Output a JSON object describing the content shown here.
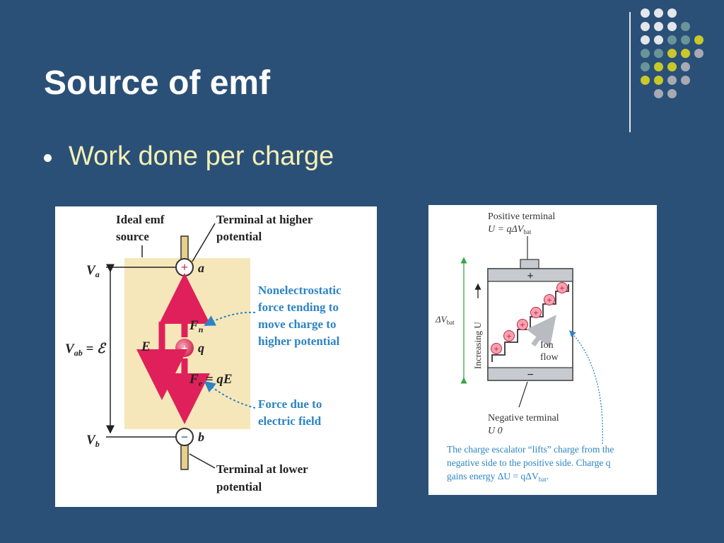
{
  "slide": {
    "title": "Source of emf",
    "bullets": [
      "Work done per charge"
    ]
  },
  "colors": {
    "background": "#2b5078",
    "title": "#ffffff",
    "bullet_text": "#f4f0b4",
    "dot_white": "#e3e7ea",
    "dot_teal": "#6a9598",
    "dot_yellow": "#c9c82a",
    "dot_gray": "#a7aab1",
    "arrow_red": "#e0205a",
    "annotation_blue": "#2c84c5"
  },
  "decoration": {
    "dot_pattern": [
      [
        "white",
        "white",
        "white"
      ],
      [
        "white",
        "white",
        "white",
        "teal"
      ],
      [
        "white",
        "white",
        "teal",
        "teal",
        "yellow"
      ],
      [
        "teal",
        "teal",
        "yellow",
        "yellow",
        "gray"
      ],
      [
        "teal",
        "yellow",
        "yellow",
        "gray"
      ],
      [
        "yellow",
        "yellow",
        "gray",
        "gray"
      ],
      [
        "gray",
        "gray"
      ]
    ]
  },
  "figure_left": {
    "label_ideal_emf_1": "Ideal emf",
    "label_ideal_emf_2": "source",
    "label_terminal_high_1": "Terminal at higher",
    "label_terminal_high_2": "potential",
    "label_va": "V",
    "label_va_sub": "a",
    "label_a": "a",
    "label_vab": "V",
    "label_vab_sub": "ab",
    "label_vab_eq": " = ℰ",
    "label_e_field": "E",
    "label_fn": "F",
    "label_fn_sub": "n",
    "label_q": "q",
    "label_fe": "F",
    "label_fe_sub": "e",
    "label_fe_eq": " = qE",
    "label_nonelectrostatic_1": "Nonelectrostatic",
    "label_nonelectrostatic_2": "force tending to",
    "label_nonelectrostatic_3": "move charge to",
    "label_nonelectrostatic_4": "higher potential",
    "label_force_due_1": "Force due to",
    "label_force_due_2": "electric field",
    "label_vb": "V",
    "label_vb_sub": "b",
    "label_b": "b",
    "label_terminal_low_1": "Terminal at lower",
    "label_terminal_low_2": "potential",
    "plus_sign": "+",
    "minus_sign": "−"
  },
  "figure_right": {
    "label_positive_terminal": "Positive terminal",
    "label_u_top": "U = qΔV",
    "label_u_top_sub": "bat",
    "plus_sign": "+",
    "minus_sign": "−",
    "label_delta_v": "ΔV",
    "label_delta_v_sub": "bat",
    "label_increasing_u": "Increasing U",
    "label_ion_1": "Ion",
    "label_ion_2": "flow",
    "label_negative_terminal": "Negative terminal",
    "label_u_bottom": "U    0",
    "caption_1": "The charge escalator “lifts” charge from the",
    "caption_2": "negative side to the positive side. Charge q",
    "caption_3": "gains energy ΔU = qΔV",
    "caption_3_sub": "bat",
    "caption_3_end": ".",
    "ion_plus": "+"
  }
}
